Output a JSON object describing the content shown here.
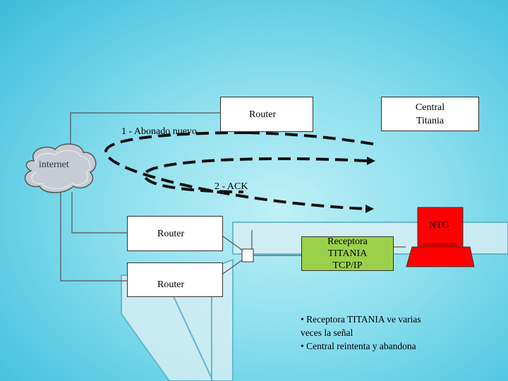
{
  "diagram": {
    "central": "Central\nTitania",
    "router_top": "Router",
    "abonado": "1 - Abonado nuevo",
    "internet": "internet",
    "ack": "2 - ACK",
    "router_left": "Router",
    "receptora": "Receptora\nTITANIA\nTCP/IP",
    "ntg": "NTG",
    "router_bottom": "Router",
    "notes": [
      "• Receptora TITANIA ve varias",
      "veces la señal",
      "• Central reintenta y abandona"
    ]
  },
  "colors": {
    "background": "#7fd8ea",
    "receptora_fill": "#9bd14a",
    "ntg_fill": "#ff0000",
    "lightning": "#ff0000"
  }
}
